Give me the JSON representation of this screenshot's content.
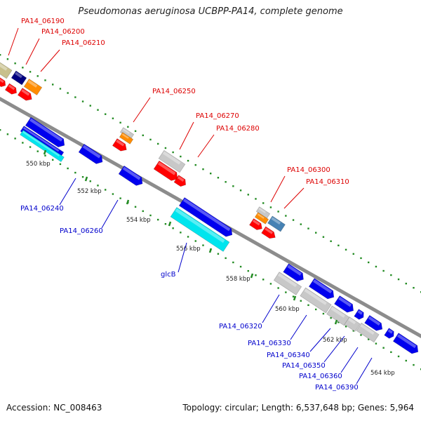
{
  "title": "Pseudomonas aeruginosa UCBPP-PA14, complete genome",
  "footer": {
    "accession": "Accession: NC_008463",
    "summary": "Topology: circular; Length: 6,537,648 bp; Genes: 5,964"
  },
  "ticks": [
    {
      "label": "550 kbp",
      "pos": 550
    },
    {
      "label": "552 kbp",
      "pos": 552
    },
    {
      "label": "554 kbp",
      "pos": 554
    },
    {
      "label": "556 kbp",
      "pos": 556
    },
    {
      "label": "558 kbp",
      "pos": 558
    },
    {
      "label": "560 kbp",
      "pos": 560
    },
    {
      "label": "562 kbp",
      "pos": 562
    },
    {
      "label": "564 kbp",
      "pos": 564
    }
  ],
  "labels_top": [
    "PA14_06190",
    "PA14_06200",
    "PA14_06210",
    "PA14_06250",
    "PA14_06270",
    "PA14_06280",
    "PA14_06300",
    "PA14_06310"
  ],
  "labels_bottom": [
    "PA14_06240",
    "PA14_06260",
    "glcB",
    "PA14_06320",
    "PA14_06330",
    "PA14_06340",
    "PA14_06350",
    "PA14_06360",
    "PA14_06390"
  ],
  "colors": {
    "backbone": "#8c8c8c",
    "red": "#ff0000",
    "blue": "#0000ee",
    "cyan": "#00e5ee",
    "gray": "#c8c8c8",
    "orange": "#ff8c00",
    "navy": "#000080",
    "olive": "#c8c08c",
    "steel": "#4682b4",
    "label_red": "#dd0000",
    "label_blue": "#0000cc",
    "tick": "#228b22"
  }
}
